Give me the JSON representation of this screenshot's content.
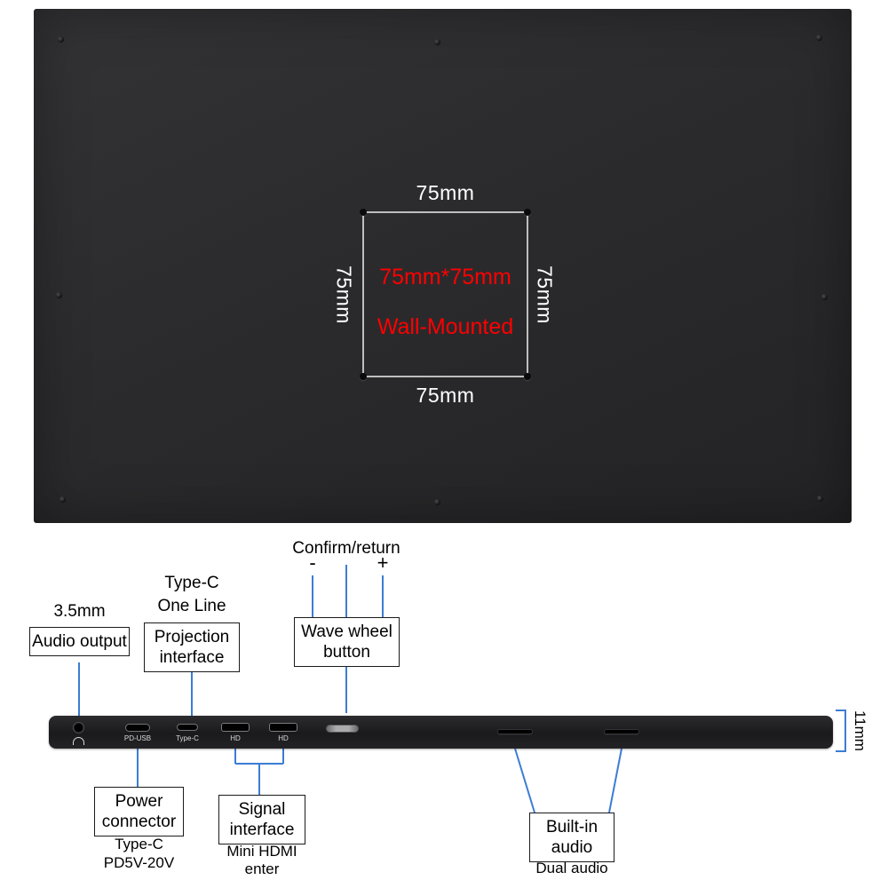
{
  "vesa": {
    "top": "75mm",
    "bottom": "75mm",
    "left": "75mm",
    "right": "75mm",
    "size": "75mm*75mm",
    "mounted": "Wall-Mounted"
  },
  "callouts": {
    "audio": {
      "caption": "3.5mm",
      "box": "Audio output"
    },
    "projection": {
      "caption1": "Type-C",
      "caption2": "One Line",
      "box1": "Projection",
      "box2": "interface"
    },
    "wheel": {
      "caption": "Confirm/return",
      "minus": "-",
      "plus": "+",
      "box1": "Wave wheel",
      "box2": "button"
    },
    "power": {
      "box1": "Power",
      "box2": "connector",
      "sub1": "Type-C",
      "sub2": "PD5V-20V"
    },
    "signal": {
      "box1": "Signal",
      "box2": "interface",
      "sub1": "Mini HDMI",
      "sub2": "enter"
    },
    "speakers": {
      "box1": "Built-in",
      "box2": "audio",
      "sub": "Dual audio"
    },
    "thickness": "11mm"
  },
  "ports": {
    "pd_usb": "PD-USB",
    "type_c": "Type-C",
    "hd1": "HD",
    "hd2": "HD"
  },
  "colors": {
    "callout_line": "#3c7dd4",
    "vesa_red": "#ff0000",
    "panel_dark": "#2b2b2d"
  }
}
